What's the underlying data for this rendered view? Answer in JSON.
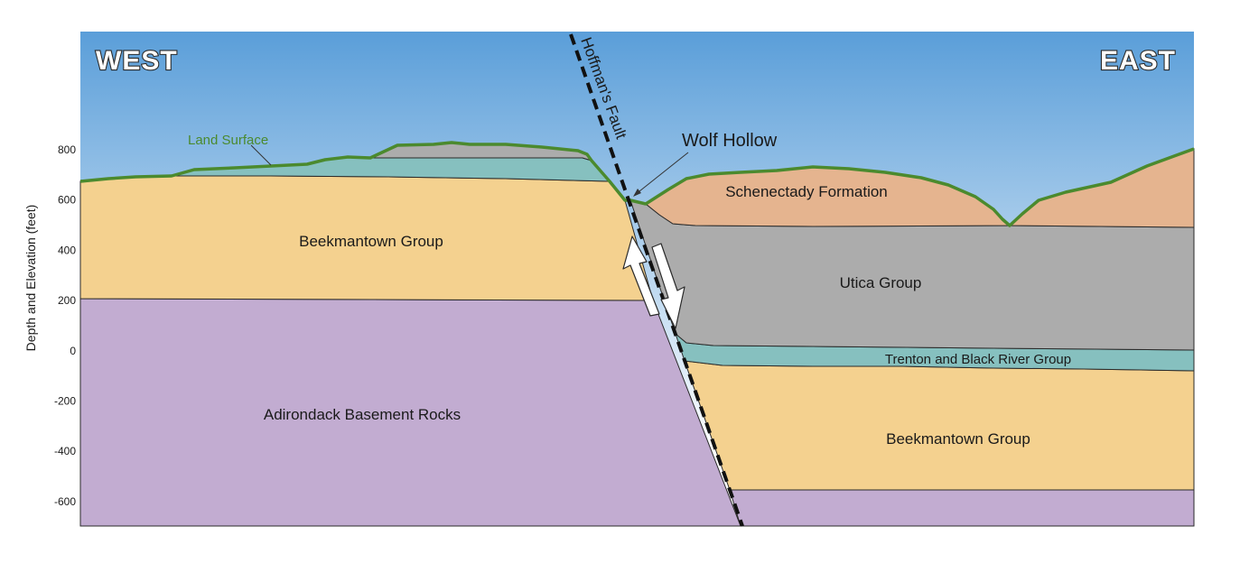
{
  "directions": {
    "west": "WEST",
    "east": "EAST"
  },
  "axis": {
    "title": "Depth and Elevation (feet)",
    "ticks": [
      "800",
      "600",
      "400",
      "200",
      "0",
      "-200",
      "-400",
      "-600"
    ]
  },
  "labels": {
    "land_surface": "Land Surface",
    "fault": "Hoffman's Fault",
    "wolf_hollow": "Wolf Hollow",
    "schenectady": "Schenectady Formation",
    "beekmantown_west": "Beekmantown Group",
    "utica": "Utica Group",
    "trenton": "Trenton and Black River Group",
    "adirondack": "Adirondack Basement Rocks",
    "beekmantown_east": "Beekmantown Group"
  },
  "colors": {
    "sky_top": "#5a9ed9",
    "sky_bottom": "#ffffff",
    "land_surface": "#4b8a2e",
    "beekmantown": "#f4d18f",
    "adirondack": "#c2acd1",
    "utica": "#acacac",
    "trenton": "#86c0bf",
    "schenectady": "#e5b48f"
  }
}
